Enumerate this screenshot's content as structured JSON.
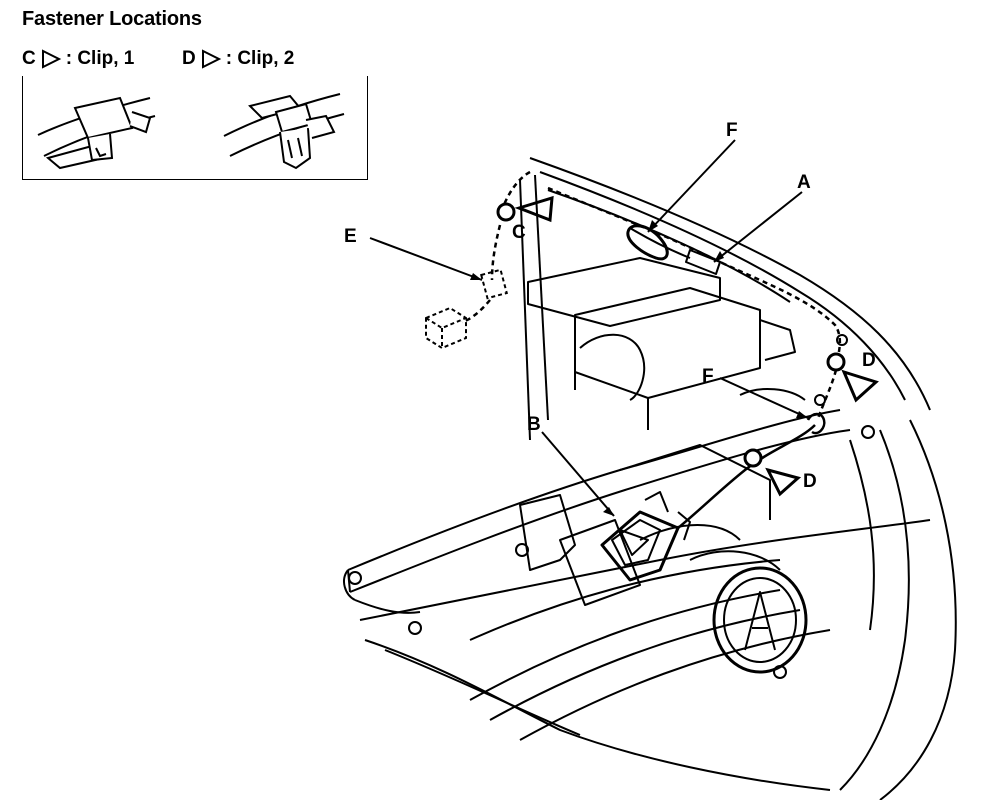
{
  "title": "Fastener Locations",
  "legend": [
    {
      "letter": "C",
      "text": ": Clip, 1"
    },
    {
      "letter": "D",
      "text": ": Clip, 2"
    }
  ],
  "callouts": {
    "A": "A",
    "B": "B",
    "C": "C",
    "D1": "D",
    "D2": "D",
    "E": "E",
    "F1": "F",
    "F2": "F"
  }
}
